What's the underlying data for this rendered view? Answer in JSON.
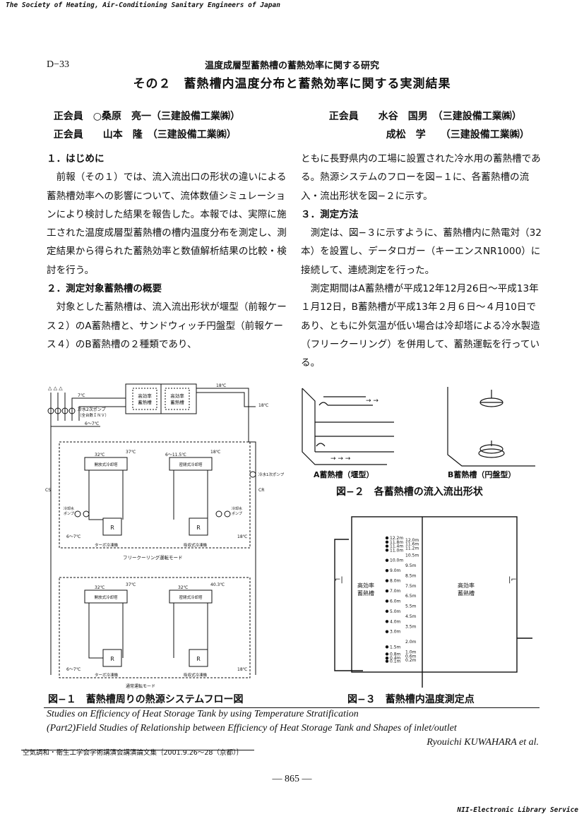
{
  "header": {
    "society": "The Society of Heating, Air-Conditioning Sanitary Engineers of Japan"
  },
  "paper": {
    "code": "D−33",
    "title_main": "温度成層型蓄熱槽の蓄熱効率に関する研究",
    "title_sub": "その２　蓄熱槽内温度分布と蓄熱効率に関する実測結果"
  },
  "authors": [
    {
      "role": "正会員",
      "name": "○桑原　亮一",
      "affil": "（三建設備工業㈱）"
    },
    {
      "role": "正会員",
      "name": "　山本　隆",
      "affil": "（三建設備工業㈱）"
    },
    {
      "role": "正会員",
      "name": "水谷　国男",
      "affil": "（三建設備工業㈱）"
    },
    {
      "role": "",
      "name": "成松　学",
      "affil": "（三建設備工業㈱）"
    }
  ],
  "body_left": [
    {
      "type": "sec",
      "text": "１．はじめに"
    },
    {
      "type": "para",
      "text": "前報（その１）では、流入流出口の形状の違いによる蓄熱槽効率への影響について、流体数値シミュレーションにより検討した結果を報告した。本報では、実際に施工された温度成層型蓄熱槽の槽内温度分布を測定し、測定結果から得られた蓄熱効率と数値解析結果の比較・検討を行う。"
    },
    {
      "type": "sec",
      "text": "２．測定対象蓄熱槽の概要"
    },
    {
      "type": "para",
      "text": "対象とした蓄熱槽は、流入流出形状が堰型（前報ケース２）のA蓄熱槽と、サンドウィッチ円盤型（前報ケース４）のB蓄熱槽の２種類であり、"
    }
  ],
  "body_right": [
    {
      "type": "cont",
      "text": "ともに長野県内の工場に設置された冷水用の蓄熱槽である。熱源システムのフローを図−１に、各蓄熱槽の流入・流出形状を図−２に示す。"
    },
    {
      "type": "sec",
      "text": "３．測定方法"
    },
    {
      "type": "para",
      "text": "測定は、図−３に示すように、蓄熱槽内に熱電対（32本）を設置し、データロガー（キーエンスNR1000）に接続して、連続測定を行った。"
    },
    {
      "type": "para",
      "text": "測定期間はA蓄熱槽が平成12年12月26日〜平成13年１月12日，B蓄熱槽が平成13年２月６日〜４月10日であり、ともに外気温が低い場合は冷却塔による冷水製造（フリークーリング）を併用して、蓄熱運転を行っている。"
    }
  ],
  "fig1": {
    "caption": "図−１　蓄熱槽周りの熱源システムフロー図",
    "tank_left": "高効率\n蓄熱槽",
    "tank_right": "高効率\n蓄熱槽",
    "t_18_top": "18℃",
    "t_18_side": "18℃",
    "t_7": "7℃",
    "pump2": "冷水2次ポンプ",
    "pump2_sub": "（全台数ＩＮＶ）",
    "t_6_7": "6〜7℃",
    "mode1": "フリークーリング運転モード",
    "mode2": "通常運転モード",
    "t_37": "37℃",
    "t_32": "32℃",
    "t_6_115": "6〜11.5℃",
    "t_18b": "18℃",
    "t_403": "40.3℃",
    "ct_open": "開放式冷却塔",
    "ct_closed": "密閉式冷却塔",
    "cw_pump": "冷却水\nポンプ",
    "turbo": "ターボ冷凍機",
    "absorb": "吸収式冷凍機",
    "pump1": "冷水1次ポンプ",
    "t_6_7b": "6〜7℃",
    "t_18c": "18℃",
    "label_r": "R",
    "label_cs": "CS",
    "label_cr": "CR"
  },
  "fig2": {
    "caption": "図−２　各蓄熱槽の流入流出形状",
    "a_label": "A蓄熱槽（堰型）",
    "b_label": "B蓄熱槽（円盤型）"
  },
  "fig3": {
    "caption": "図−３　蓄熱槽内温度測定点",
    "tank_left": "高効率\n蓄熱槽",
    "tank_right": "高効率\n蓄熱槽",
    "heights_left": [
      "12.2m",
      "11.8m",
      "11.4m",
      "11.0m",
      "10.0m",
      "9.0m",
      "8.0m",
      "7.0m",
      "6.0m",
      "5.0m",
      "4.0m",
      "3.0m",
      "1.5m",
      "0.8m",
      "0.4m",
      "0.1m"
    ],
    "heights_right": [
      "12.0m",
      "11.6m",
      "11.2m",
      "10.5m",
      "9.5m",
      "8.5m",
      "7.5m",
      "6.5m",
      "5.5m",
      "4.5m",
      "3.5m",
      "2.0m",
      "1.0m",
      "0.6m",
      "0.2m"
    ]
  },
  "english": {
    "line1": "Studies on Efficiency of Heat Storage Tank by using Temperature Stratification",
    "line2": "(Part2)Field Studies of Relationship between Efficiency of Heat Storage Tank and Shapes of inlet/outlet",
    "author": "Ryouichi KUWAHARA et al."
  },
  "footnote": "空気調和・衛生工学会学術講演会講演論文集｛2001.9.26〜28（京都）｝",
  "page_number": "— 865 —",
  "footer": {
    "library": "NII-Electronic Library Service"
  }
}
